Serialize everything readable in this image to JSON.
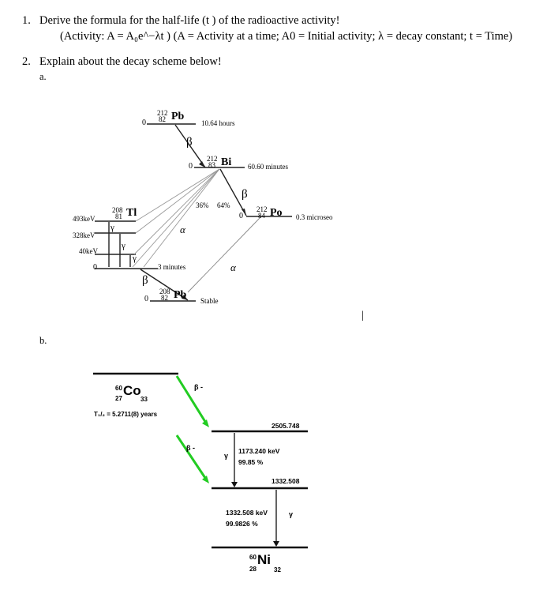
{
  "questions": [
    {
      "number": "1.",
      "text": "Derive the formula for the half-life (t ) of the radioactive activity!",
      "subtext": "(Activity:  A = A₀e^−λt ) (A = Activity at a time; A0 = Initial activity; λ = decay constant; t = Time)"
    },
    {
      "number": "2.",
      "text": "Explain about the decay scheme below!",
      "parts": [
        "a.",
        "b."
      ]
    }
  ],
  "scheme_a": {
    "pb212": {
      "mass": "212",
      "z": "82",
      "symbol": "Pb",
      "halflife": "10.64 hours",
      "zero": "0"
    },
    "bi212": {
      "mass": "212",
      "z": "83",
      "symbol": "Bi",
      "halflife": "60.60 minutes",
      "zero": "0"
    },
    "po212": {
      "mass": "212",
      "z": "84",
      "symbol": "Po",
      "halflife": "0.3 microseo",
      "zero": "0"
    },
    "tl208": {
      "mass": "208",
      "z": "81",
      "symbol": "Tl",
      "halflife": "3 minutes",
      "zero": "0"
    },
    "pb208": {
      "mass": "208",
      "z": "82",
      "symbol": "Pb",
      "status": "Stable",
      "zero": "0"
    },
    "branches": {
      "alpha_pct": "36%",
      "beta_pct": "64%"
    },
    "levels": [
      "493keV",
      "328keV",
      "40keV"
    ],
    "greek": {
      "beta": "β",
      "alpha": "α",
      "gamma": "γ"
    }
  },
  "scheme_b": {
    "parent": {
      "mass": "60",
      "z": "27",
      "symbol": "Co",
      "n": "33",
      "halflife": "T₁/₂ = 5.2711(8) years"
    },
    "daughter": {
      "mass": "60",
      "z": "28",
      "symbol": "Ni",
      "n": "32"
    },
    "levels": {
      "upper": "2505.748",
      "lower": "1332.508"
    },
    "gamma1": {
      "energy": "1173.240 keV",
      "intensity": "99.85 %"
    },
    "gamma2": {
      "energy": "1332.508 keV",
      "intensity": "99.9826 %"
    },
    "beta_label": "β -",
    "gamma_label": "γ",
    "arrow_color": "#22cc22"
  },
  "cursor": "|"
}
